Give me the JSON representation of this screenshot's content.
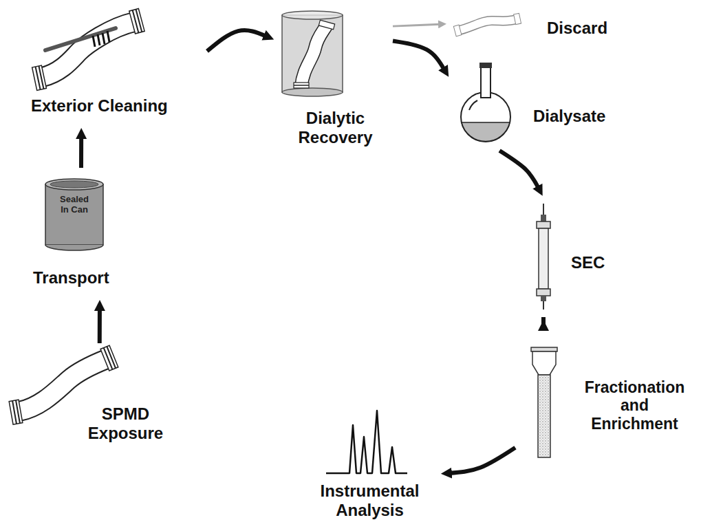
{
  "diagram": {
    "nodes": [
      {
        "text": [
          "SPMD Exposure"
        ]
      },
      {
        "text": [
          "Sealed In Can",
          "Transport"
        ]
      },
      {
        "text": [
          "Exterior Cleaning"
        ]
      },
      {
        "text": [
          "Dialytic Recovery"
        ]
      },
      {
        "text": [
          "Discard"
        ]
      },
      {
        "text": [
          "Dialysate"
        ]
      },
      {
        "text": [
          "SEC"
        ]
      },
      {
        "text": [
          "Fractionation and Enrichment"
        ]
      },
      {
        "text": [
          "Instrumental Analysis"
        ]
      }
    ],
    "edges": [
      {
        "from": 0,
        "to": 1,
        "arrow": "to"
      },
      {
        "from": 1,
        "to": 2,
        "arrow": "to"
      },
      {
        "from": 2,
        "to": 3,
        "arrow": "to"
      },
      {
        "from": 3,
        "to": 4,
        "arrow": "to"
      },
      {
        "from": 3,
        "to": 5,
        "arrow": "to"
      },
      {
        "from": 5,
        "to": 6,
        "arrow": "to"
      },
      {
        "from": 6,
        "to": 7,
        "arrow": "to"
      },
      {
        "from": 7,
        "to": 8,
        "arrow": "to"
      }
    ]
  }
}
